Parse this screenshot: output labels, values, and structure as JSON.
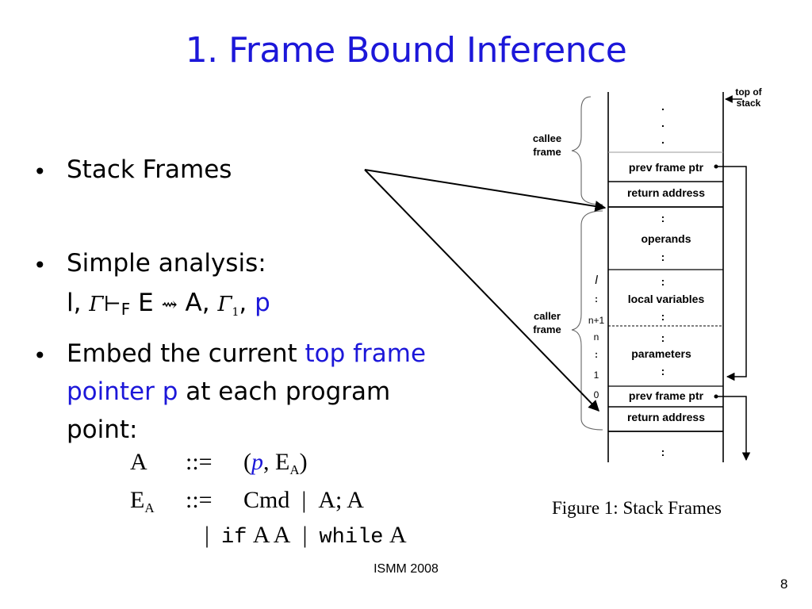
{
  "title": "1. Frame Bound Inference",
  "bullets": {
    "b1": "Stack Frames",
    "b2": "Simple analysis:",
    "b2_formula": {
      "l": "l,",
      "gamma": "Γ",
      "turnstile": "⊢",
      "F": "F",
      "E": "E",
      "arrow": "⇝",
      "A": "A,",
      "gamma1": "Γ",
      "one": "1",
      "comma": ",",
      "p": "p"
    },
    "b3_line1_a": "Embed the current ",
    "b3_line1_b": "top frame",
    "b3_line2_a": "pointer p",
    "b3_line2_b": " at each program",
    "b3_line3": "point:"
  },
  "grammar": {
    "r1_lhs": "A",
    "r1_op": "::=",
    "r1_open": "(",
    "r1_p": "p",
    "r1_comma": ",",
    "r1_E": "E",
    "r1_Esub": "A",
    "r1_close": ")",
    "r2_lhs": "E",
    "r2_lhssub": "A",
    "r2_op": "::=",
    "r2_cmd": "Cmd",
    "r2_bar": "|",
    "r2_seq": "A; A",
    "r3_bar1": "|",
    "r3_if": "if",
    "r3_ifargs": "A A",
    "r3_bar2": "|",
    "r3_while": "while",
    "r3_whilearg": "A"
  },
  "figure": {
    "top_of_stack_1": "top of",
    "top_of_stack_2": "stack",
    "callee_1": "callee",
    "callee_2": "frame",
    "caller_1": "caller",
    "caller_2": "frame",
    "dot": ".",
    "colon": ":",
    "prev_frame_ptr": "prev frame ptr",
    "return_address": "return address",
    "operands": "operands",
    "local_variables": "local variables",
    "parameters": "parameters",
    "idx_l": "l",
    "idx_colon": ":",
    "idx_n1": "n+1",
    "idx_n": "n",
    "idx_1": "1",
    "idx_0": "0",
    "caption": "Figure 1: Stack Frames"
  },
  "footer": "ISMM 2008",
  "page_number": "8"
}
